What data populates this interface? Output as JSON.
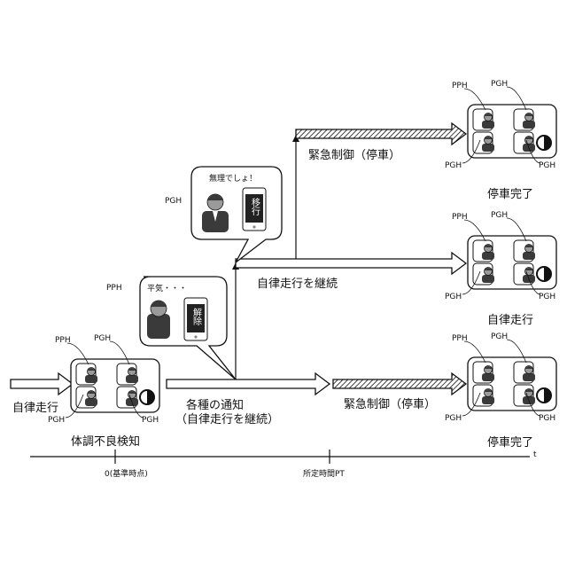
{
  "diagram": {
    "timeline": {
      "origin_label": "0(基準時点)",
      "pt_label": "所定時間PT",
      "axis_label": "t"
    },
    "stages": {
      "start": {
        "label": "自律走行"
      },
      "detect": {
        "label": "体調不良検知"
      },
      "notify": {
        "label_line1": "各種の通知",
        "label_line2": "（自律走行を継続）"
      },
      "emergency_lower": {
        "label": "緊急制御（停車）"
      },
      "continue": {
        "label": "自律走行を継続"
      },
      "emergency_upper": {
        "label": "緊急制御（停車）"
      }
    },
    "results": {
      "top": {
        "label": "停車完了"
      },
      "middle": {
        "label": "自律走行"
      },
      "bottom": {
        "label": "停車完了"
      }
    },
    "occupants": {
      "pph": "PPH",
      "pgh": "PGH"
    },
    "bubbles": {
      "pph_speech": "平気・・・",
      "pph_phone_text": "解除",
      "pgh_speech": "無理でしょ！",
      "pgh_phone_text": "移行"
    },
    "colors": {
      "line": "#111111",
      "fill": "#ffffff",
      "person_dark": "#3a3a3a",
      "person_mid": "#9a9a9a"
    }
  }
}
